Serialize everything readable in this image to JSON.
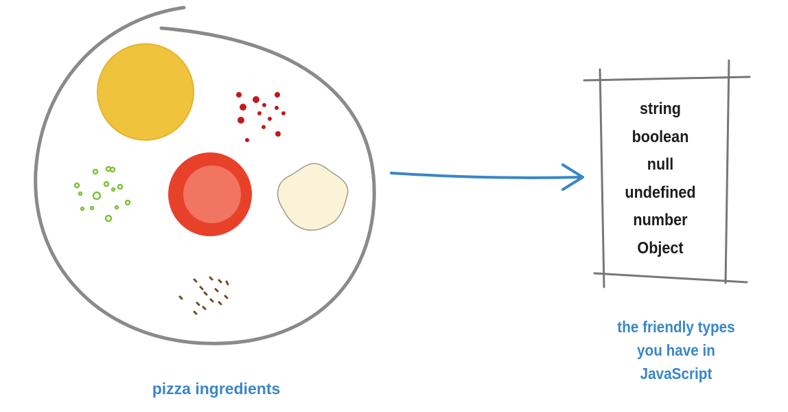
{
  "pizza_caption": "pizza ingredients",
  "types_box": {
    "items": [
      "string",
      "boolean",
      "null",
      "undefined",
      "number",
      "Object"
    ]
  },
  "types_caption": {
    "line1": "the friendly types",
    "line2": "you have in",
    "line3": "JavaScript"
  },
  "colors": {
    "caption": "#3a86c8",
    "arrow": "#3a86c8",
    "plate_outline": "#8a8a8a",
    "box_lines": "#777777",
    "cheese": "#efc43c",
    "tomato": "#e8412a",
    "mozzarella": "#fbf3d8",
    "pepper_flakes": "#c2181c",
    "herbs": "#7cc23a",
    "spice": "#6e4b1e"
  }
}
